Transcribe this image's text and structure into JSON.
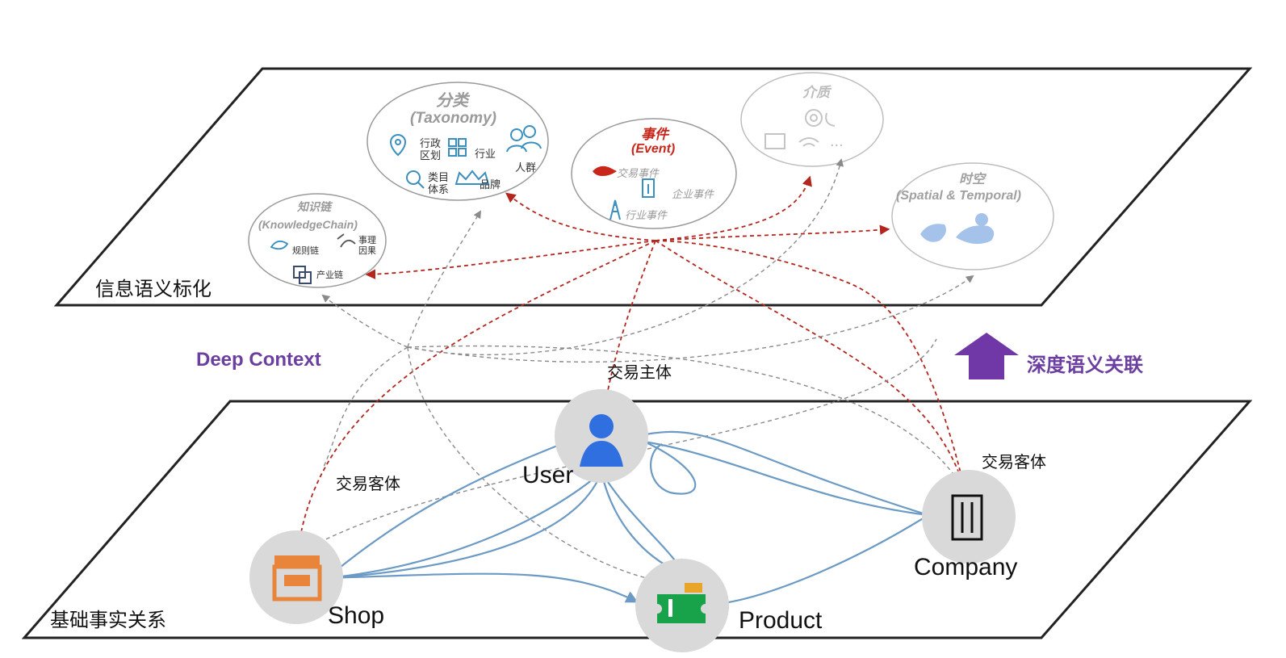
{
  "layers": {
    "top_label": "信息语义标化",
    "bottom_label": "基础事实关系"
  },
  "side_labels": {
    "deep_context": "Deep Context",
    "deep_association": "深度语义关联"
  },
  "taxonomy": {
    "title_cn": "分类",
    "title_en": "(Taxonomy)",
    "items": [
      "行政区划",
      "行业",
      "人群",
      "类目体系",
      "品牌"
    ]
  },
  "event": {
    "title_cn": "事件",
    "title_en": "(Event)",
    "items": [
      "交易事件",
      "企业事件",
      "行业事件"
    ]
  },
  "medium": {
    "title_cn": "介质",
    "items": [
      "..."
    ]
  },
  "knowledge_chain": {
    "title_cn": "知识链",
    "title_en": "(KnowledgeChain)",
    "items": [
      "规则链",
      "事理因果",
      "产业链"
    ]
  },
  "spatial_temporal": {
    "title_cn": "时空",
    "title_en": "(Spatial & Temporal)"
  },
  "nodes": {
    "user": "User",
    "shop": "Shop",
    "product": "Product",
    "company": "Company"
  },
  "relations": {
    "subject": "交易主体",
    "object_left": "交易客体",
    "object_right": "交易客体"
  },
  "colors": {
    "red_arrow": "#b3261e",
    "blue_arrow": "#6b9ac4",
    "grey_arrow": "#8a8a8a",
    "purple": "#6b3fa0",
    "node_fill": "#d9d9d9"
  }
}
